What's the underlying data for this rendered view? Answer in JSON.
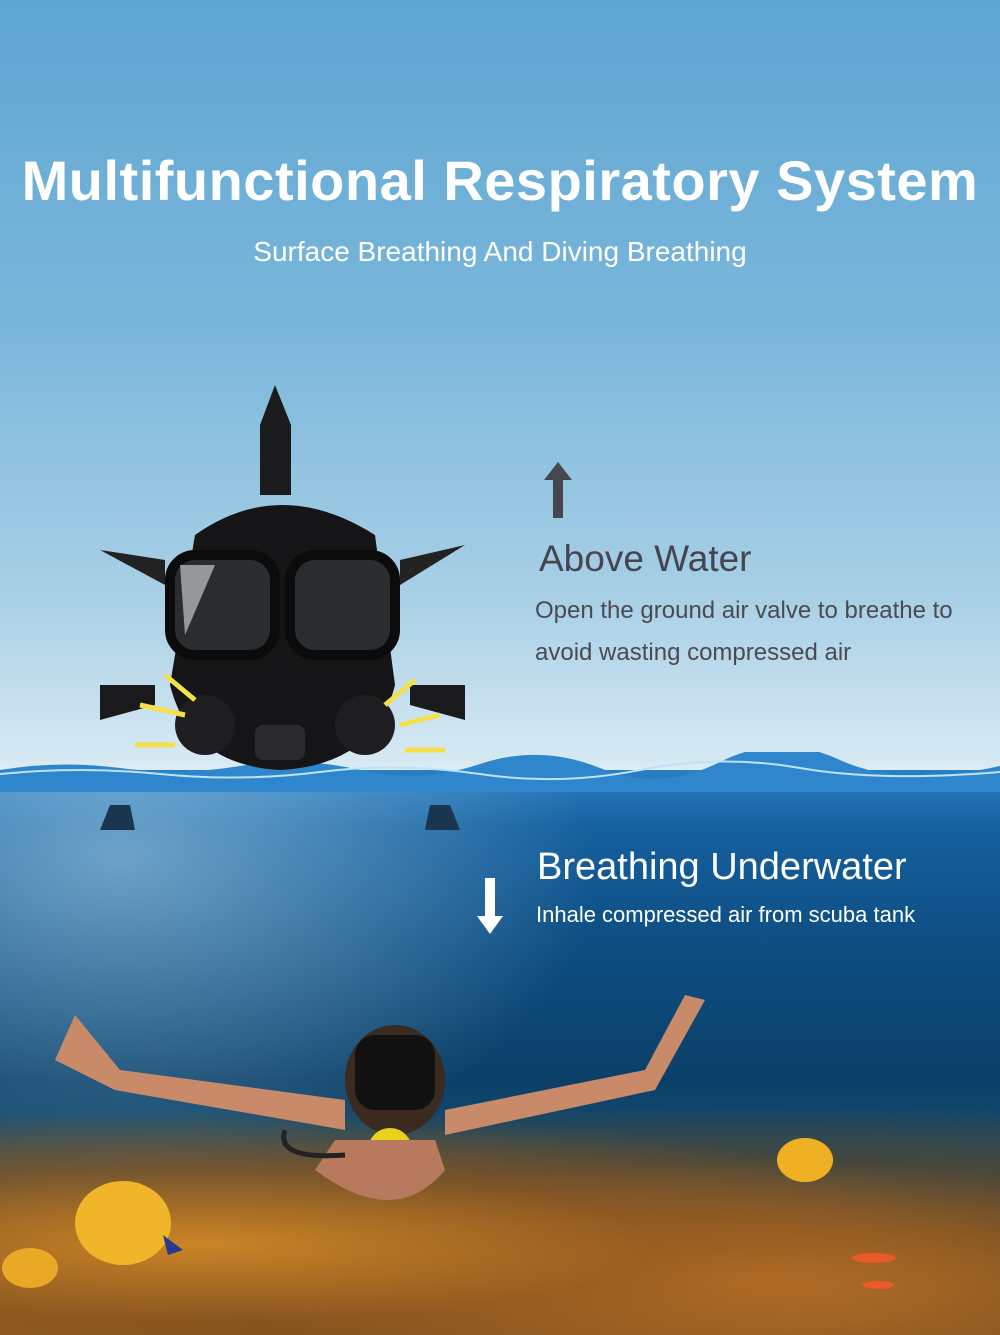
{
  "header": {
    "title": "Multifunctional Respiratory System",
    "subtitle": "Surface Breathing And Diving Breathing"
  },
  "above": {
    "heading": "Above Water",
    "description": "Open the ground air valve to breathe to avoid wasting compressed air",
    "arrow_icon": "arrow-up-icon"
  },
  "under": {
    "heading": "Breathing Underwater",
    "description": "Inhale compressed air from scuba tank",
    "arrow_icon": "arrow-down-icon"
  },
  "colors": {
    "sky": "#5ea6d2",
    "water": "#0e4f83",
    "text_dark": "#45454f",
    "arrow_yellow": "#f5e04a"
  }
}
